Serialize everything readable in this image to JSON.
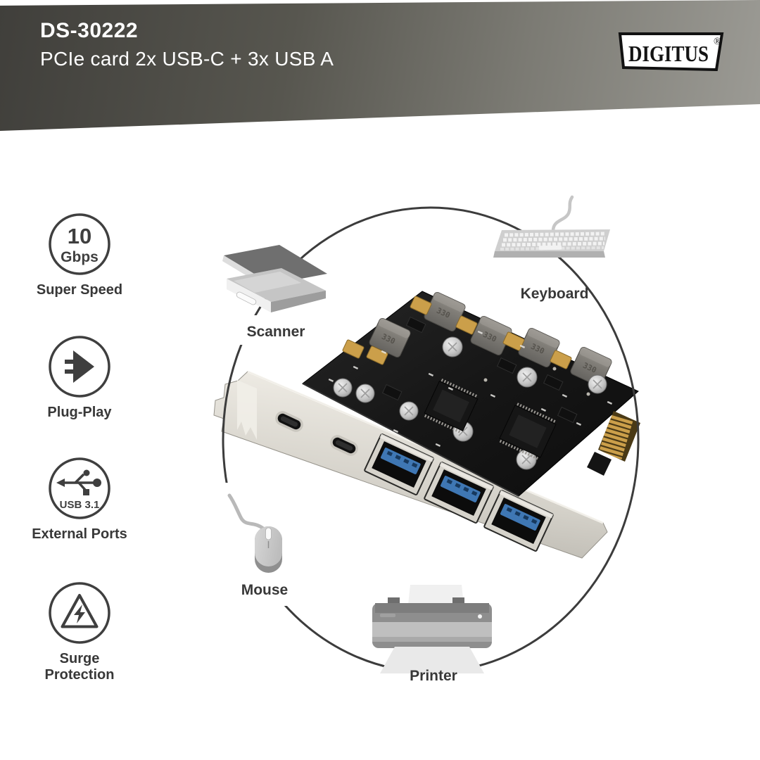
{
  "header": {
    "model": "DS-30222",
    "title": "PCIe card 2x USB-C + 3x USB A",
    "brand": "DIGITUS",
    "registered_mark": "®"
  },
  "features": [
    {
      "id": "super-speed",
      "icon": "speed-badge-icon",
      "badge_value": "10",
      "badge_unit": "Gbps",
      "label": "Super Speed"
    },
    {
      "id": "plug-play",
      "icon": "plug-play-icon",
      "label": "Plug-Play"
    },
    {
      "id": "external-ports",
      "icon": "usb-trident-icon",
      "badge_text": "USB 3.1",
      "label": "External Ports"
    },
    {
      "id": "surge-protection",
      "icon": "surge-triangle-icon",
      "label": "Surge Protection"
    }
  ],
  "connected_devices": [
    {
      "id": "scanner",
      "icon": "scanner-icon",
      "label": "Scanner"
    },
    {
      "id": "keyboard",
      "icon": "keyboard-icon",
      "label": "Keyboard"
    },
    {
      "id": "mouse",
      "icon": "mouse-icon",
      "label": "Mouse"
    },
    {
      "id": "printer",
      "icon": "printer-icon",
      "label": "Printer"
    }
  ],
  "card": {
    "description": "PCIe expansion card photo",
    "usb_c_ports": 2,
    "usb_a_ports": 3,
    "inductor_marking": "330"
  },
  "colors": {
    "ring": "#3c3c3c",
    "icon": "#3f3f3f",
    "label": "#383838",
    "usb_blue": "#3f77b4",
    "gold": "#cb9f4a",
    "banner_dark": "#403f3b",
    "banner_light": "#9c9b95"
  }
}
